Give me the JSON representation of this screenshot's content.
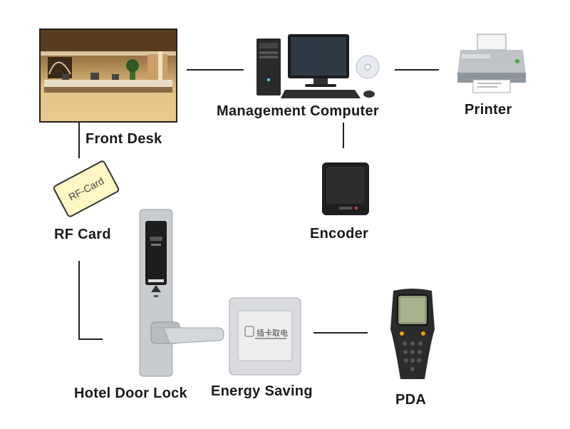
{
  "nodes": {
    "front_desk": "Front Desk",
    "management_computer": "Management Computer",
    "printer": "Printer",
    "rf_card": "RF Card",
    "encoder": "Encoder",
    "hotel_door_lock": "Hotel Door Lock",
    "energy_saving": "Energy Saving",
    "pda": "PDA"
  },
  "card_text": "RF-Card",
  "switch_text": "插卡取电",
  "colors": {
    "line": "#222222",
    "label": "#1a1a1a",
    "metal": "#c8cbcf",
    "dark_device": "#2b2b2b",
    "accent_orange": "#f0a000"
  }
}
